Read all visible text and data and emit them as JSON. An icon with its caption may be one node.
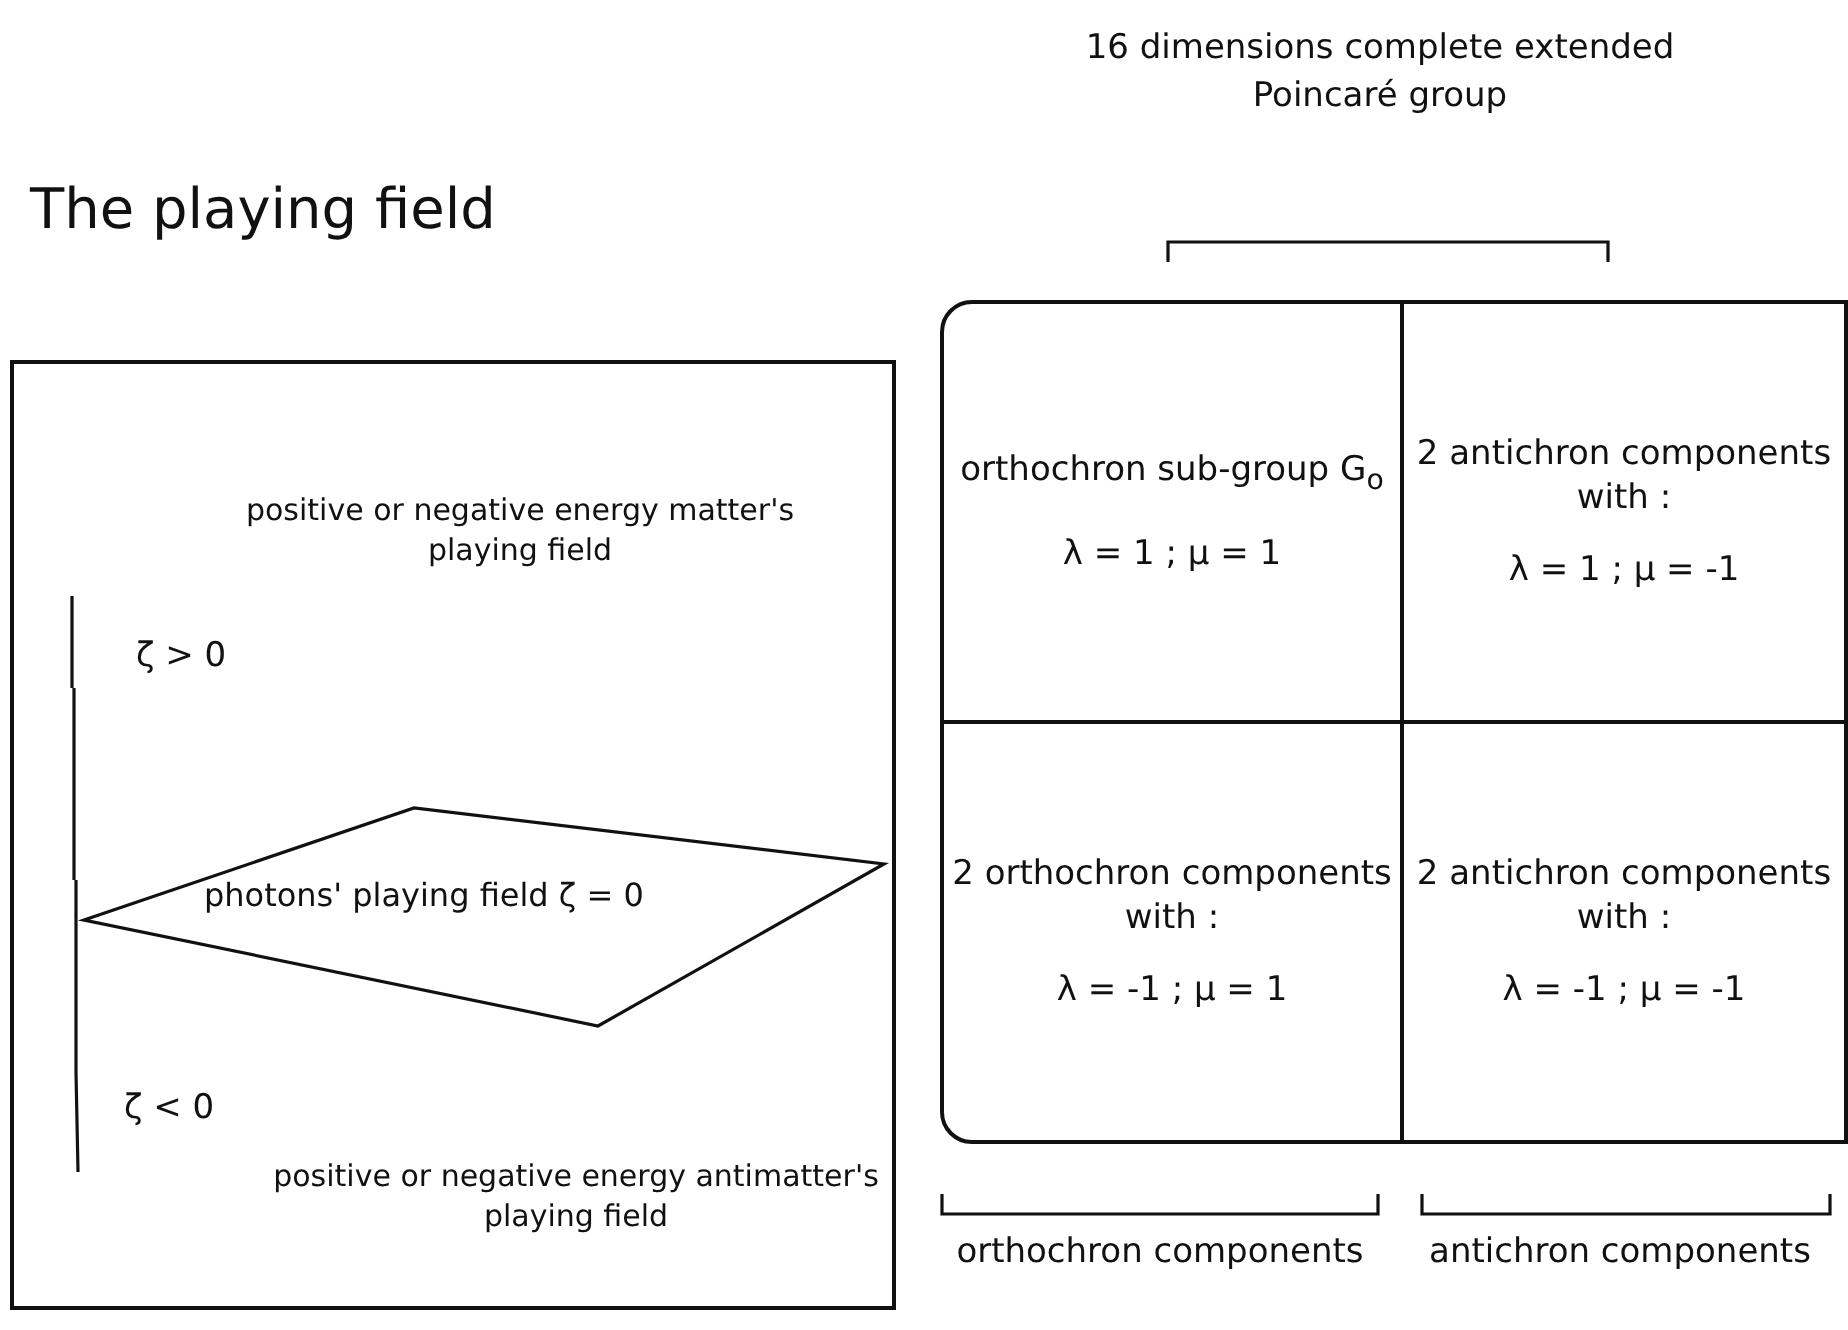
{
  "diagram": {
    "nodes": [
      {
        "text": [
          "The playing field"
        ]
      },
      {
        "text": [
          "photons' playing field ζ = 0"
        ],
        "in": 0
      },
      {
        "text": [],
        "shape": "box"
      },
      {
        "text": [
          "orthochron sub-group G$_{o}$",
          "λ = 1 ;  μ = 1"
        ],
        "in": 2
      },
      {
        "text": [
          "2 antichron components with :",
          "λ = 1 ; μ  = -1"
        ],
        "in": 2
      },
      {
        "text": [
          "2 orthochron components with :",
          "λ = -1 ; μ = 1"
        ],
        "in": 2
      },
      {
        "text": [
          "2 antichron components with :",
          "λ = -1 ; μ = -1"
        ],
        "in": 2
      }
    ],
    "edges": [],
    "labels": [
      "16 dimensions complete extended Poincaré group",
      "positive or negative energy matter's playing field",
      "ζ > 0",
      "ζ < 0",
      "positive or negative energy antimatter's playing field",
      "orthochron components",
      "antichron components"
    ]
  }
}
